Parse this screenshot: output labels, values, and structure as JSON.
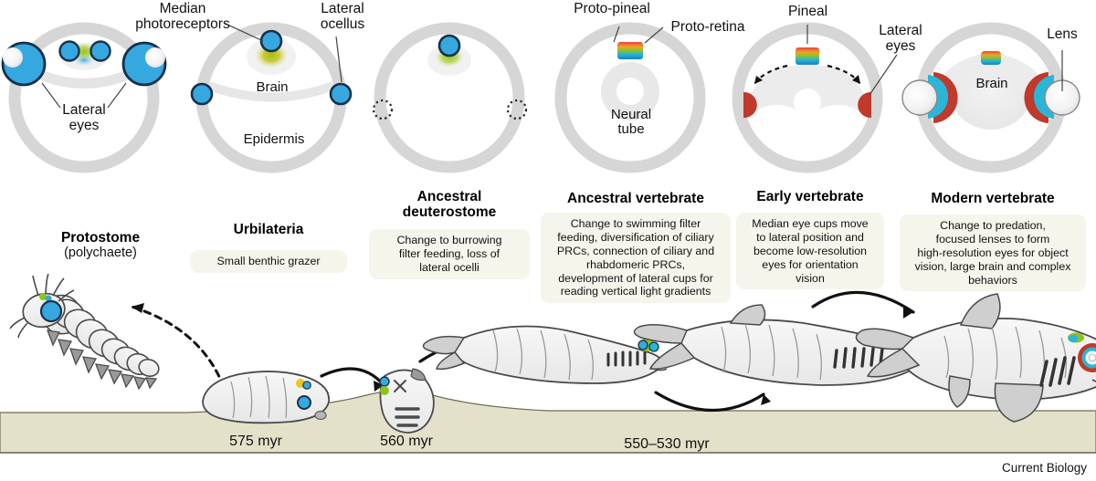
{
  "figure": {
    "credit": "Current Biology",
    "domain_type": "scientific-evolution-diagram"
  },
  "anatomy_labels": {
    "median_photoreceptors": "Median\nphotoreceptors",
    "lateral_ocellus": "Lateral\nocellus",
    "lateral_eyes_1": "Lateral\neyes",
    "brain_1": "Brain",
    "epidermis": "Epidermis",
    "proto_pineal": "Proto-pineal",
    "proto_retina": "Proto-retina",
    "neural_tube": "Neural\ntube",
    "pineal": "Pineal",
    "lateral_eyes_2": "Lateral\neyes",
    "lens": "Lens",
    "brain_2": "Brain"
  },
  "stages": [
    {
      "id": "protostome",
      "title": "Protostome",
      "subtitle": "(polychaete)",
      "description": "",
      "has_description_box": false
    },
    {
      "id": "urbilateria",
      "title": "Urbilateria",
      "subtitle": "",
      "description": "Small benthic grazer",
      "has_description_box": true
    },
    {
      "id": "ancestral-deuterostome",
      "title": "Ancestral\ndeuterostome",
      "subtitle": "",
      "description": "Change to burrowing\nfilter feeding, loss of\nlateral ocelli",
      "has_description_box": true
    },
    {
      "id": "ancestral-vertebrate",
      "title": "Ancestral vertebrate",
      "subtitle": "",
      "description": "Change to swimming filter\nfeeding, diversification of ciliary\nPRCs, connection of ciliary and\nrhabdomeric PRCs,\ndevelopment of lateral cups for\nreading vertical light gradients",
      "has_description_box": true
    },
    {
      "id": "early-vertebrate",
      "title": "Early vertebrate",
      "subtitle": "",
      "description": "Median eye cups move\nto lateral position and\nbecome low-resolution\neyes for orientation\nvision",
      "has_description_box": true
    },
    {
      "id": "modern-vertebrate",
      "title": "Modern vertebrate",
      "subtitle": "",
      "description": "Change to predation,\nfocused lenses to form\nhigh-resolution eyes for object\nvision, large brain and complex\nbehaviors",
      "has_description_box": true
    }
  ],
  "timeline": {
    "markers": [
      {
        "id": "marker-575",
        "label": "575 myr"
      },
      {
        "id": "marker-560",
        "label": "560 myr"
      },
      {
        "id": "marker-550-530",
        "label": "550–530 myr"
      }
    ],
    "ground_color": "#e4e1ca",
    "ground_edge_color": "#6f6e55"
  },
  "colors": {
    "epidermis_ring": "#d6d6d6",
    "rhabdomeric_blue": "#36a8e0",
    "ciliary_green": "#9ac31c",
    "ciliary_yellow": "#e8c81a",
    "retina_red": "#c0392b",
    "retina_cyan": "#29b6d8",
    "lens_white": "#f4f4f4",
    "outline_dark": "#1b2a3a",
    "body_gray": "#efefef",
    "body_stroke": "#5a5a5a",
    "fin_gray": "#c9c9c9",
    "desc_bg": "#f6f5ec"
  },
  "diagram_schematics": [
    {
      "id": "schematic-protostome",
      "ring": "epidermis",
      "features": [
        "two large lateral eyes with lenses",
        "two median rhabdomeric photoreceptors",
        "green ciliary patch in brain"
      ]
    },
    {
      "id": "schematic-urbilateria",
      "ring": "epidermis",
      "features": [
        "one median rhabdomeric photoreceptor",
        "green/yellow ciliary brain patch",
        "two lateral ocelli"
      ]
    },
    {
      "id": "schematic-ancestral-deuterostome",
      "ring": "epidermis",
      "features": [
        "median photoreceptor on green patch",
        "two dotted circles marking lost lateral ocelli"
      ]
    },
    {
      "id": "schematic-ancestral-vertebrate",
      "ring": "epidermis",
      "features": [
        "neural tube",
        "proto-pineal cup",
        "proto-retina cup"
      ]
    },
    {
      "id": "schematic-early-vertebrate",
      "ring": "epidermis",
      "features": [
        "pineal",
        "two lateral eye cups migrating laterally",
        "migration arrows"
      ]
    },
    {
      "id": "schematic-modern-vertebrate",
      "ring": "epidermis",
      "features": [
        "large brain",
        "pineal patch",
        "two lateral camera eyes with lens"
      ]
    }
  ],
  "animals": [
    {
      "id": "animal-polychaete",
      "label": "polychaete worm"
    },
    {
      "id": "animal-urbilateria",
      "label": "urbilaterian slug"
    },
    {
      "id": "animal-deuterostome",
      "label": "burrowing deuterostome"
    },
    {
      "id": "animal-ancestral-vertebrate",
      "label": "filter-feeding vertebrate"
    },
    {
      "id": "animal-early-vertebrate",
      "label": "early vertebrate fish"
    },
    {
      "id": "animal-modern-vertebrate",
      "label": "modern vertebrate fish"
    }
  ]
}
